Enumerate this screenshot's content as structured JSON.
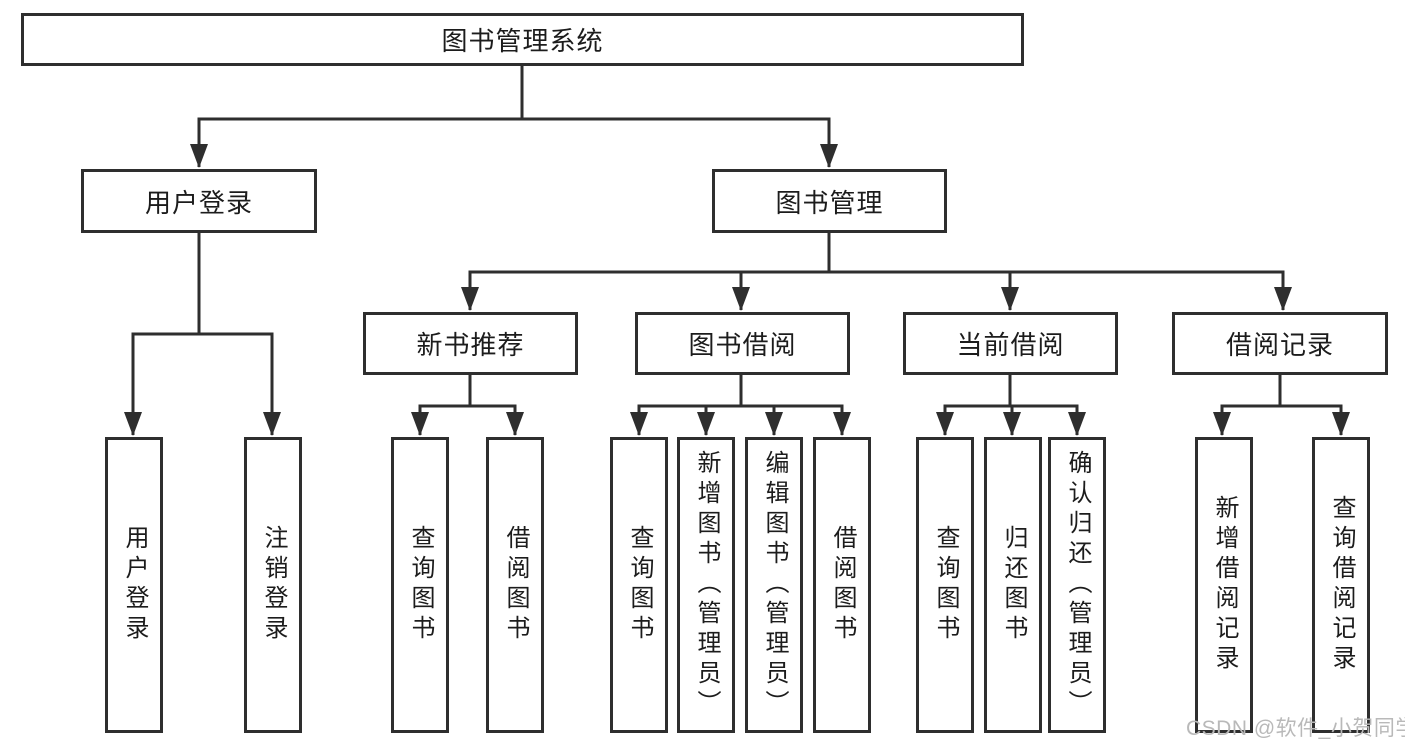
{
  "diagram": {
    "type": "hierarchy-tree",
    "nodes": {
      "root": "图书管理系统",
      "level2": [
        "用户登录",
        "图书管理"
      ],
      "level3": [
        "新书推荐",
        "图书借阅",
        "当前借阅",
        "借阅记录"
      ],
      "leaves_user_login": [
        "用户登录",
        "注销登录"
      ],
      "leaves_new_book": [
        "查询图书",
        "借阅图书"
      ],
      "leaves_book_borrow": [
        "查询图书",
        "新增图书（管理员）",
        "编辑图书（管理员）",
        "借阅图书"
      ],
      "leaves_current_borrow": [
        "查询图书",
        "归还图书",
        "确认归还（管理员）"
      ],
      "leaves_borrow_record": [
        "新增借阅记录",
        "查询借阅记录"
      ]
    },
    "colors": {
      "line": "#2e2e2e",
      "box_border": "#2e2e2e",
      "box_fill": "#ffffff",
      "text": "#1c1c1c",
      "background": "#ffffff"
    }
  },
  "watermark": {
    "text": "CSDN @软件_小贺同学",
    "color": "#b9b9b9"
  }
}
